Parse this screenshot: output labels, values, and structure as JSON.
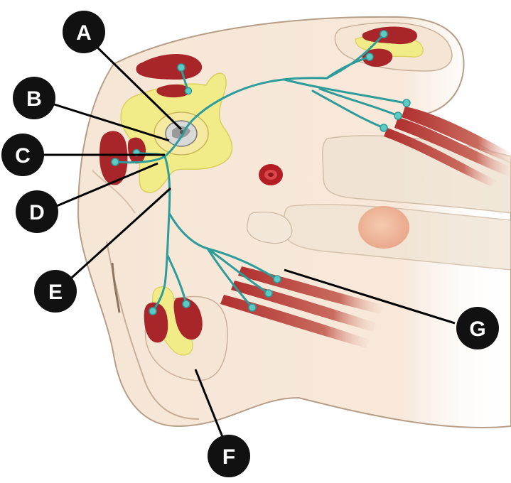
{
  "diagram": {
    "callouts": [
      {
        "id": "A",
        "label": "A"
      },
      {
        "id": "B",
        "label": "B"
      },
      {
        "id": "C",
        "label": "C"
      },
      {
        "id": "D",
        "label": "D"
      },
      {
        "id": "E",
        "label": "E"
      },
      {
        "id": "F",
        "label": "F"
      },
      {
        "id": "G",
        "label": "G"
      }
    ],
    "colors": {
      "tissue": "#f6e6d6",
      "tissue_edge": "#b79e88",
      "bone": "#f2e8dc",
      "muscle": "#a8262a",
      "ganglion": "#f2ec88",
      "nerve": "#2e9c9a",
      "vessel": "#b21e24",
      "callout_fill": "#111111",
      "callout_text": "#ffffff"
    }
  }
}
